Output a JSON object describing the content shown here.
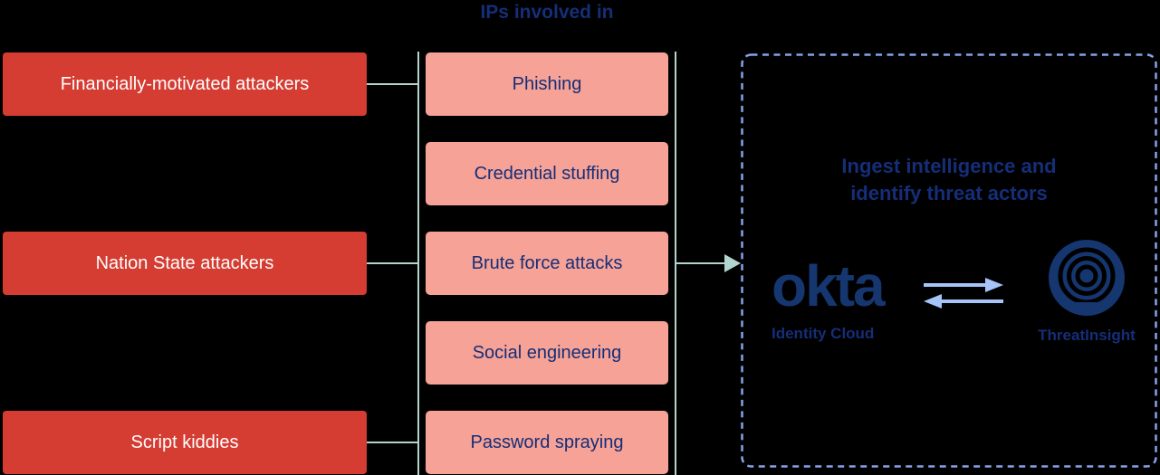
{
  "title": "IPs involved in",
  "colors": {
    "background": "#000000",
    "red_box": "#d53c32",
    "pink_box": "#f6a296",
    "navy_text": "#152e78",
    "logo_navy": "#15366f",
    "white_text": "#ffffff",
    "connector": "#b2d6cf",
    "dash_border": "#85a3ea",
    "exchange_arrow": "#a6c4f8"
  },
  "attackers": [
    {
      "label": "Financially-motivated attackers"
    },
    {
      "label": "Nation State attackers"
    },
    {
      "label": "Script kiddies"
    }
  ],
  "methods": [
    {
      "label": "Phishing"
    },
    {
      "label": "Credential stuffing"
    },
    {
      "label": "Brute force attacks"
    },
    {
      "label": "Social engineering"
    },
    {
      "label": "Password spraying"
    }
  ],
  "panel": {
    "heading_line1": "Ingest intelligence and",
    "heading_line2": "identify threat actors",
    "okta_wordmark": "okta",
    "okta_subtitle": "Identity Cloud",
    "threatinsight_label": "ThreatInsight",
    "icons": {
      "threatinsight": "concentric-rings-radar",
      "exchange": "bidirectional-arrows"
    }
  }
}
